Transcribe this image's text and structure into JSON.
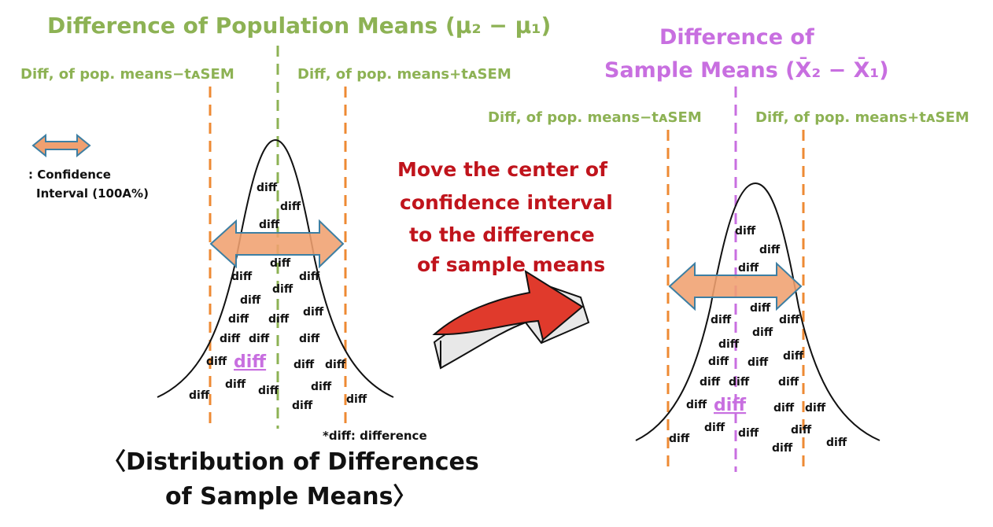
{
  "colors": {
    "green": "#8db254",
    "orange": "#ee8a33",
    "purple": "#c86fe0",
    "red": "#c0141c",
    "arrow_fill": "#f0a070"
  },
  "left": {
    "title": "Difference of Population Means (μ₂ − μ₁)",
    "lower_bound_label": "Diff, of pop. means−tᴀSEM",
    "upper_bound_label": "Diff, of pop. means+tᴀSEM",
    "legend_text_line1": ": Confidence",
    "legend_text_line2": "Interval (100A%)",
    "diff_word": "diff",
    "highlight_diff": "diff",
    "footnote": "*diff: difference",
    "caption_line1": "〈Distribution of Differences",
    "caption_line2": "of Sample Means〉"
  },
  "middle": {
    "line1": "Move the center of",
    "line2": "confidence interval",
    "line3": "to the difference",
    "line4": "of sample means"
  },
  "right": {
    "title_line1": "Difference of",
    "title_line2": "Sample Means (X̄₂ − X̄₁)",
    "lower_bound_label": "Diff, of pop. means−tᴀSEM",
    "upper_bound_label": "Diff, of pop. means+tᴀSEM",
    "diff_word": "diff",
    "highlight_diff": "diff"
  }
}
